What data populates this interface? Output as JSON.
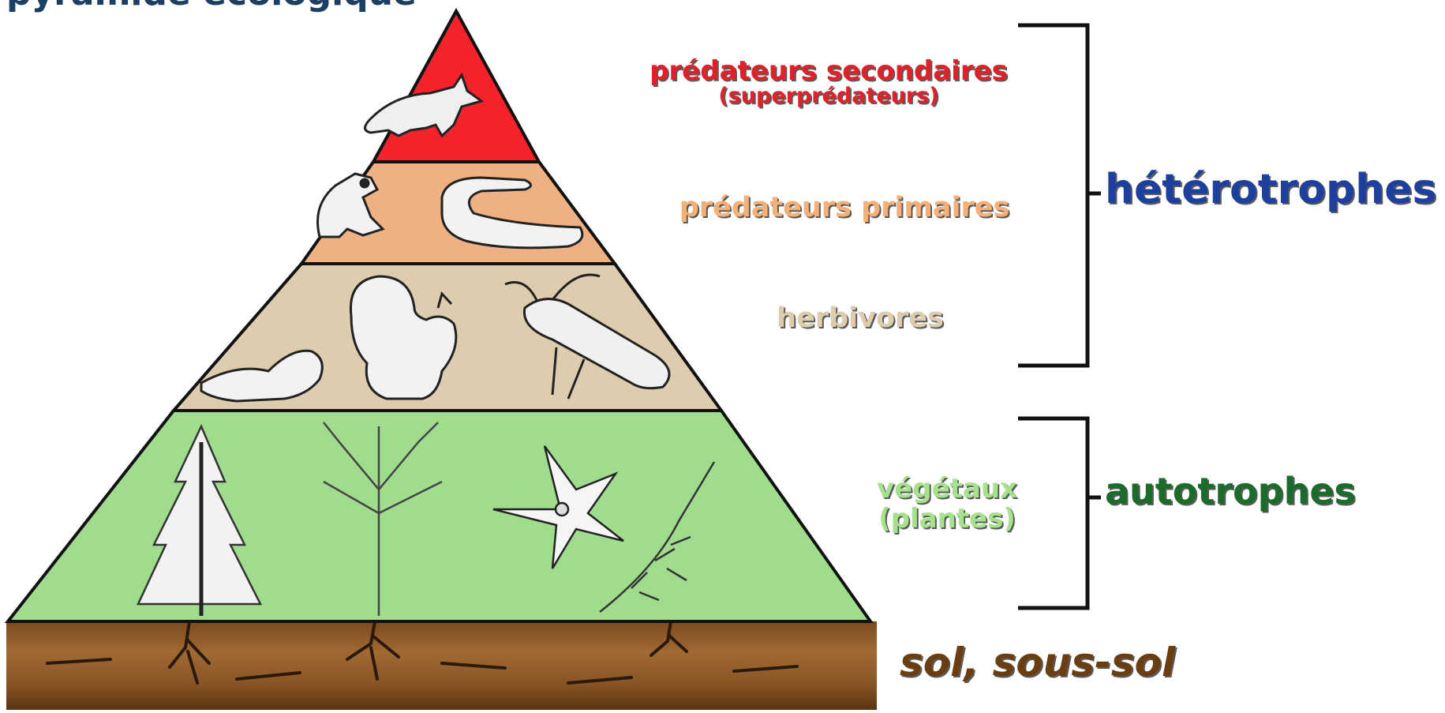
{
  "title": "pyramide écologique",
  "levels": [
    {
      "label": "prédateurs secondaires",
      "sublabel": "(superprédateurs)",
      "text_color": "#e2202a",
      "fill": "#f4232b"
    },
    {
      "label": "prédateurs primaires",
      "text_color": "#f3b079",
      "fill": "#efb183"
    },
    {
      "label": "herbivores",
      "text_color": "#ddccad",
      "fill": "#ddccad"
    },
    {
      "label_line1": "végétaux",
      "label_line2": "(plantes)",
      "text_color": "#a6e28e",
      "fill": "#9fdc8d"
    }
  ],
  "groups": {
    "heterotrophes": {
      "label": "hétérotrophes",
      "color": "#1d3f9e"
    },
    "autotrophes": {
      "label": "autotrophes",
      "color": "#1b6b2a"
    }
  },
  "soil": {
    "label": "sol, sous-sol",
    "color": "#6b3e12"
  }
}
